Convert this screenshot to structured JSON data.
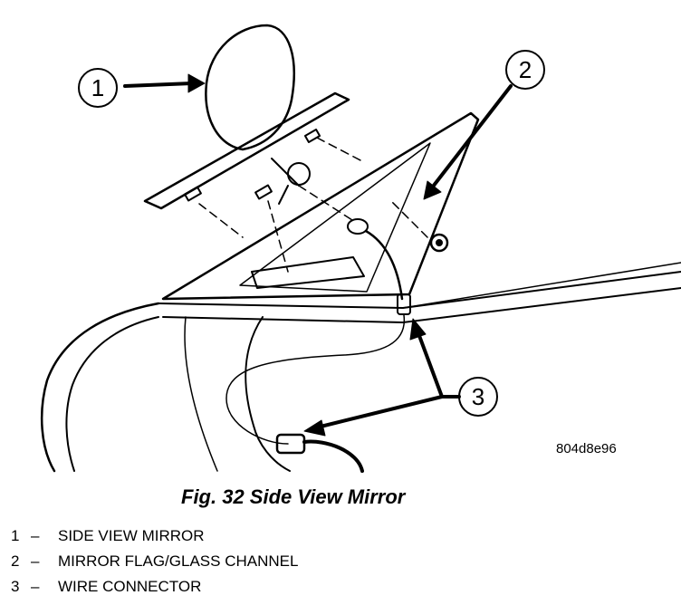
{
  "figure": {
    "image_code": "804d8e96",
    "caption": "Fig. 32 Side View Mirror"
  },
  "callouts": [
    {
      "number": "1"
    },
    {
      "number": "2"
    },
    {
      "number": "3"
    }
  ],
  "legend": [
    {
      "number": "1",
      "separator": "–",
      "label": "SIDE VIEW MIRROR"
    },
    {
      "number": "2",
      "separator": "–",
      "label": "MIRROR FLAG/GLASS CHANNEL"
    },
    {
      "number": "3",
      "separator": "–",
      "label": "WIRE CONNECTOR"
    }
  ]
}
